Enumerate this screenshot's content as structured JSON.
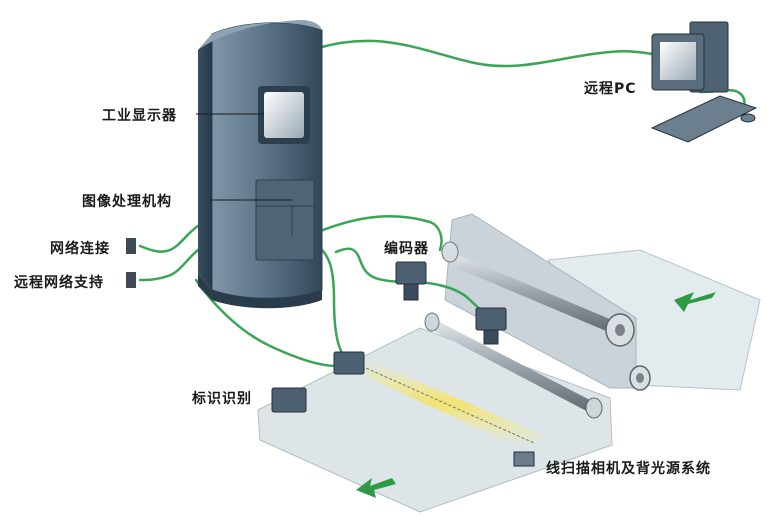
{
  "labels": {
    "industrial_display": "工业显示器",
    "image_processor": "图像处理机构",
    "network_connection": "网络连接",
    "remote_network_support": "远程网络支持",
    "remote_pc": "远程PC",
    "encoder": "编码器",
    "mark_recognition": "标识识别",
    "line_scan_camera_backlight": "线扫描相机及背光源系统"
  },
  "colors": {
    "cable": "#3aa655",
    "cabinet": "#5b7184",
    "web_material": "#dfe6ea",
    "scan_line": "#f3e77a",
    "arrow": "#2f9a45"
  }
}
